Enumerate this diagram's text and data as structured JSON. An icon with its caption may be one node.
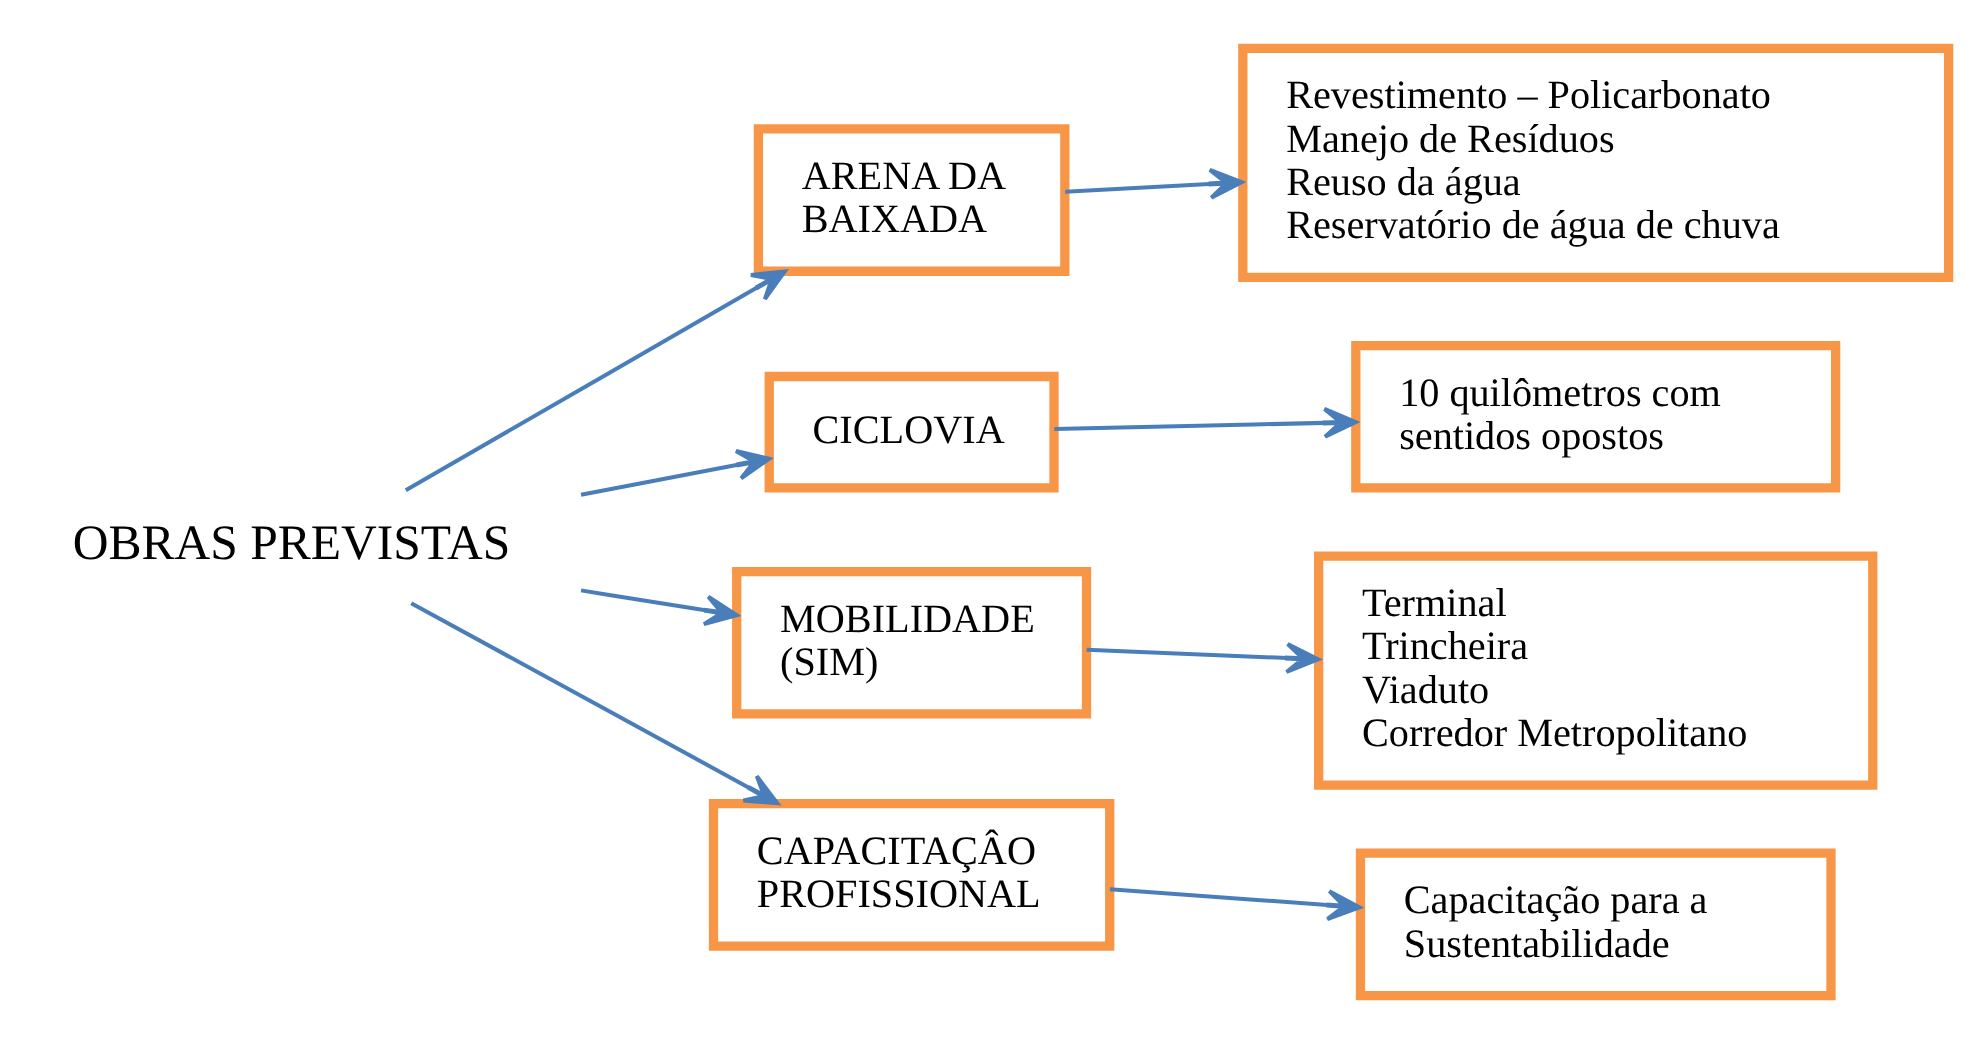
{
  "diagram": {
    "nodes": [
      {
        "text": [
          "OBRAS PREVISTAS"
        ]
      },
      {
        "text": [
          "ARENA DA BAIXADA"
        ]
      },
      {
        "text": [
          "Revestimento – Policarbonato",
          "Manejo de Resíduos",
          "Reuso da água",
          "Reservatório de água de chuva"
        ]
      },
      {
        "text": [
          "CICLOVIA"
        ]
      },
      {
        "text": [
          "10 quilômetros com sentidos opostos"
        ]
      },
      {
        "text": [
          "MOBILIDADE (SIM)"
        ]
      },
      {
        "text": [
          "Terminal",
          "Trincheira",
          "Viaduto",
          "Corredor Metropolitano"
        ]
      },
      {
        "text": [
          "CAPACITAÇÂO PROFISSIONAL"
        ]
      },
      {
        "text": [
          "Capacitação para a Sustentabilidade"
        ]
      }
    ],
    "edges": [
      {
        "from": 0,
        "to": 1,
        "arrow": "to"
      },
      {
        "from": 0,
        "to": 3,
        "arrow": "to"
      },
      {
        "from": 0,
        "to": 5,
        "arrow": "to"
      },
      {
        "from": 0,
        "to": 7,
        "arrow": "to"
      },
      {
        "from": 1,
        "to": 2,
        "arrow": "to"
      },
      {
        "from": 3,
        "to": 4,
        "arrow": "to"
      },
      {
        "from": 5,
        "to": 6,
        "arrow": "to"
      },
      {
        "from": 7,
        "to": 8,
        "arrow": "to"
      }
    ]
  }
}
